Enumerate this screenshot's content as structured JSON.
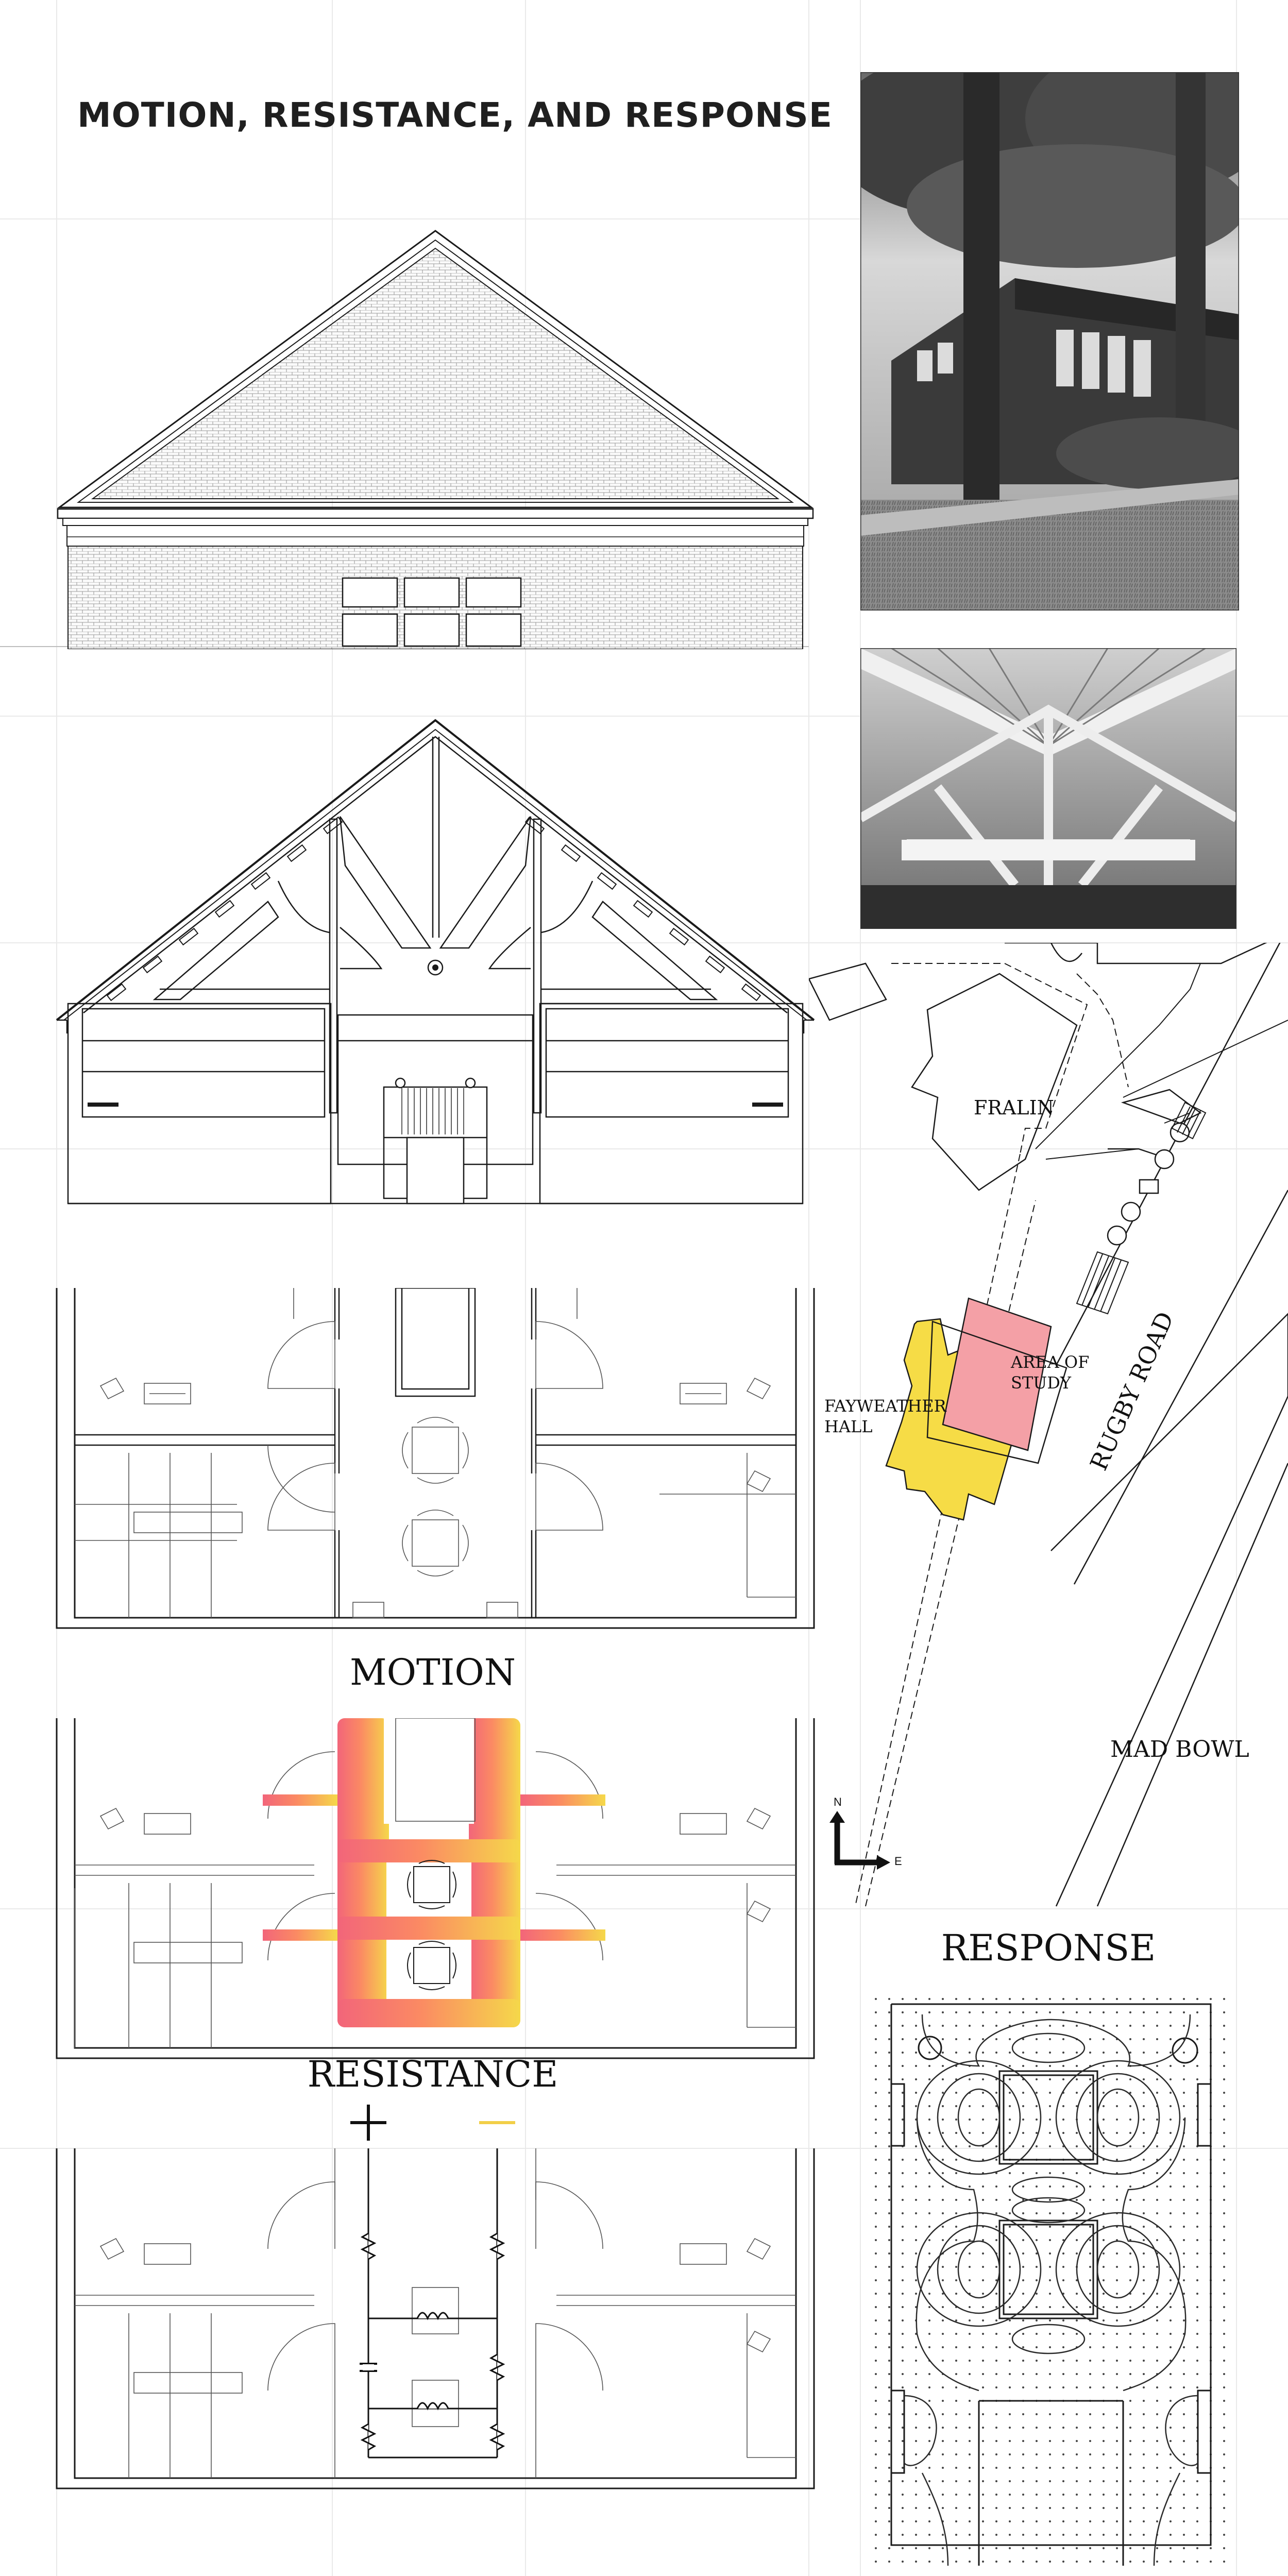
{
  "title": "MOTION, RESISTANCE, AND RESPONSE",
  "sections": {
    "motion": "MOTION",
    "resistance": "RESISTANCE",
    "response": "RESPONSE"
  },
  "map": {
    "labels": {
      "fralin": "FRALIN",
      "area_of_study_line1": "AREA OF",
      "area_of_study_line2": "STUDY",
      "fayweather_line1": "FAYWEATHER",
      "fayweather_line2": "HALL",
      "rugby_road": "RUGBY ROAD",
      "mad_bowl": "MAD BOWL"
    },
    "compass": {
      "north": "N",
      "east": "E"
    },
    "colors": {
      "area_of_study": "#f4a0a6",
      "fayweather": "#f6dc46"
    }
  },
  "photos": {
    "exterior": {
      "description_icon": "photo-exterior-building-trees"
    },
    "interior": {
      "description_icon": "photo-interior-roof-trusses"
    }
  },
  "colors": {
    "motion_gradient_start": "#f2657a",
    "motion_gradient_mid": "#fb8a63",
    "motion_gradient_end": "#f5d84a",
    "grid_line": "#e6e6e6",
    "line": "#1a1a1a"
  }
}
